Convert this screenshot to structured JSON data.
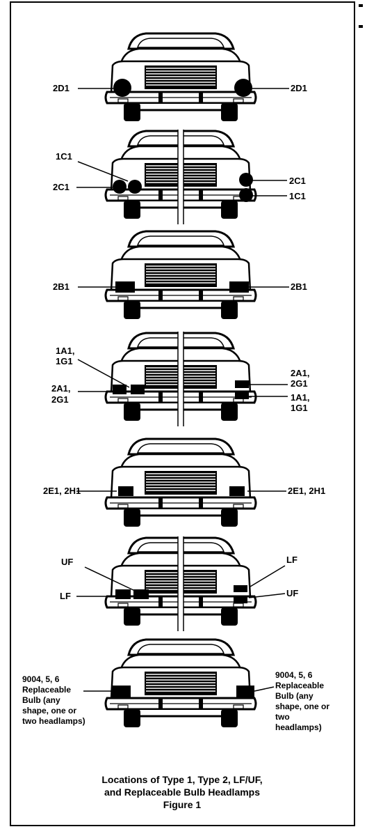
{
  "labels": {
    "car1": {
      "left": "2D1",
      "right": "2D1"
    },
    "car2": {
      "left_top": "1C1",
      "left": "2C1",
      "right_top": "2C1",
      "right_bottom": "1C1"
    },
    "car3": {
      "left": "2B1",
      "right": "2B1"
    },
    "car4": {
      "left_top_1": "1A1,",
      "left_top_2": "1G1",
      "left_1": "2A1,",
      "left_2": "2G1",
      "right_top_1": "2A1,",
      "right_top_2": "2G1",
      "right_bottom_1": "1A1,",
      "right_bottom_2": "1G1"
    },
    "car5": {
      "left": "2E1, 2H1",
      "right": "2E1, 2H1"
    },
    "car6": {
      "left_top": "UF",
      "left": "LF",
      "right_top": "LF",
      "right_bottom": "UF"
    },
    "car7": {
      "left_lines": [
        "9004, 5, 6",
        "Replaceable",
        "Bulb (any",
        "shape, one or",
        "two headlamps)"
      ],
      "right_lines": [
        "9004, 5, 6",
        "Replaceable",
        "Bulb (any",
        "shape, one or",
        "two",
        "headlamps)"
      ]
    }
  },
  "caption": {
    "line1": "Locations of Type 1, Type 2, LF/UF,",
    "line2": "and Replaceable Bulb Headlamps",
    "line3": "Figure 1"
  }
}
